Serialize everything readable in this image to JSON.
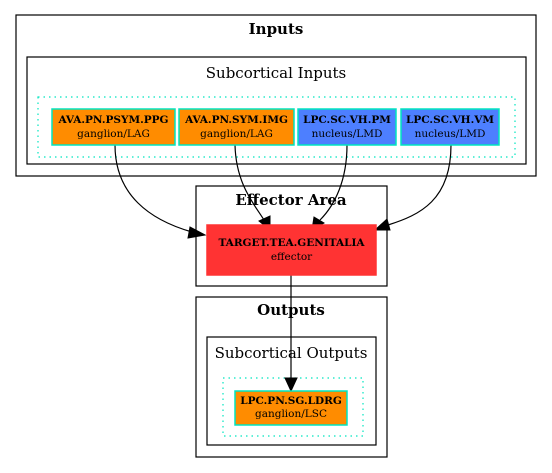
{
  "clusters": {
    "inputs": {
      "title": "Inputs"
    },
    "subcortical_inputs": {
      "title": "Subcortical Inputs"
    },
    "effector_area": {
      "title": "Effector Area"
    },
    "outputs": {
      "title": "Outputs"
    },
    "subcortical_outputs": {
      "title": "Subcortical Outputs"
    }
  },
  "nodes": {
    "ava_pn_psym_ppg": {
      "name": "AVA.PN.PSYM.PPG",
      "type": "ganglion/LAG",
      "fill": "#ff8c00",
      "border": "#00e5c0"
    },
    "ava_pn_sym_img": {
      "name": "AVA.PN.SYM.IMG",
      "type": "ganglion/LAG",
      "fill": "#ff8c00",
      "border": "#00e5c0"
    },
    "lpc_sc_vh_pm": {
      "name": "LPC.SC.VH.PM",
      "type": "nucleus/LMD",
      "fill": "#4d7fff",
      "border": "#00e5c0"
    },
    "lpc_sc_vh_vm": {
      "name": "LPC.SC.VH.VM",
      "type": "nucleus/LMD",
      "fill": "#4d7fff",
      "border": "#00e5c0"
    },
    "target": {
      "name": "TARGET.TEA.GENITALIA",
      "type": "effector",
      "fill": "#ff3333",
      "border": "#ff3333"
    },
    "lpc_pn_sg_ldrg": {
      "name": "LPC.PN.SG.LDRG",
      "type": "ganglion/LSC",
      "fill": "#ff8c00",
      "border": "#00e5c0"
    }
  },
  "edges": [
    {
      "from": "ava_pn_psym_ppg",
      "to": "target"
    },
    {
      "from": "ava_pn_sym_img",
      "to": "target"
    },
    {
      "from": "lpc_sc_vh_pm",
      "to": "target"
    },
    {
      "from": "lpc_sc_vh_vm",
      "to": "target"
    },
    {
      "from": "target",
      "to": "lpc_pn_sg_ldrg"
    }
  ]
}
